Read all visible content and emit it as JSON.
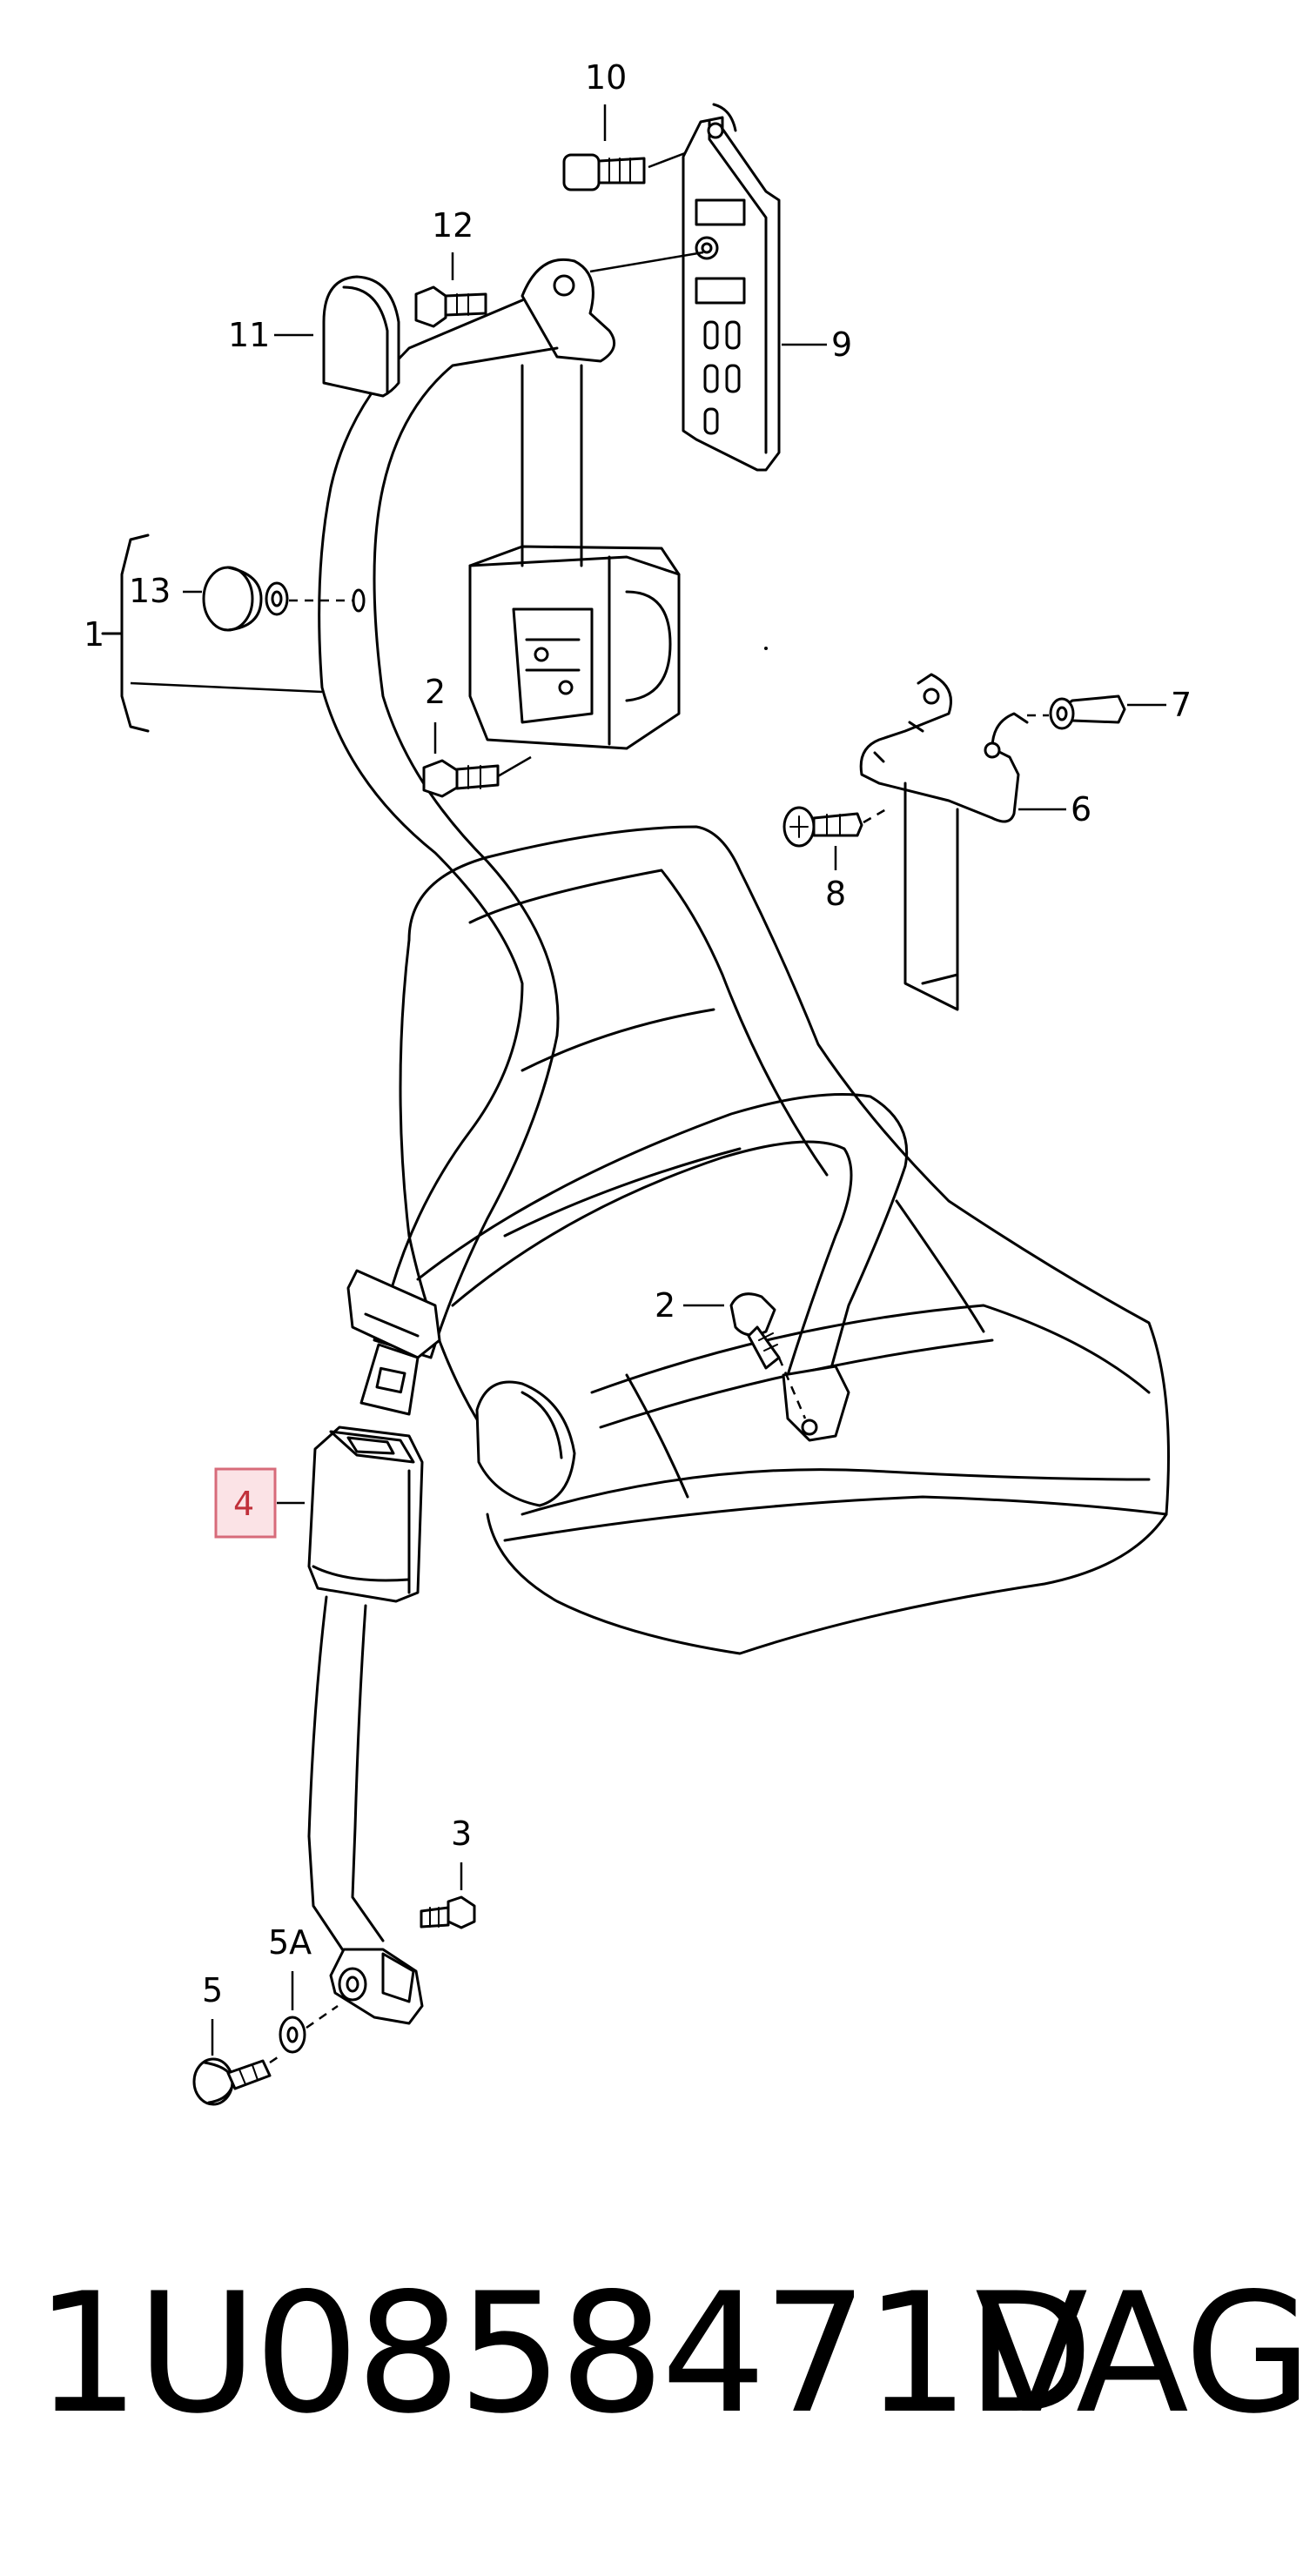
{
  "diagram": {
    "callouts": {
      "c1": "1",
      "c2a": "2",
      "c2b": "2",
      "c3": "3",
      "c4": "4",
      "c5": "5",
      "c5a": "5A",
      "c6": "6",
      "c7": "7",
      "c8": "8",
      "c9": "9",
      "c10": "10",
      "c11": "11",
      "c12": "12",
      "c13": "13"
    },
    "highlighted_callout": "4",
    "highlight_color": "#e8a0a8"
  },
  "footer": {
    "part_number": "1U0858471D",
    "brand": "VAG"
  }
}
